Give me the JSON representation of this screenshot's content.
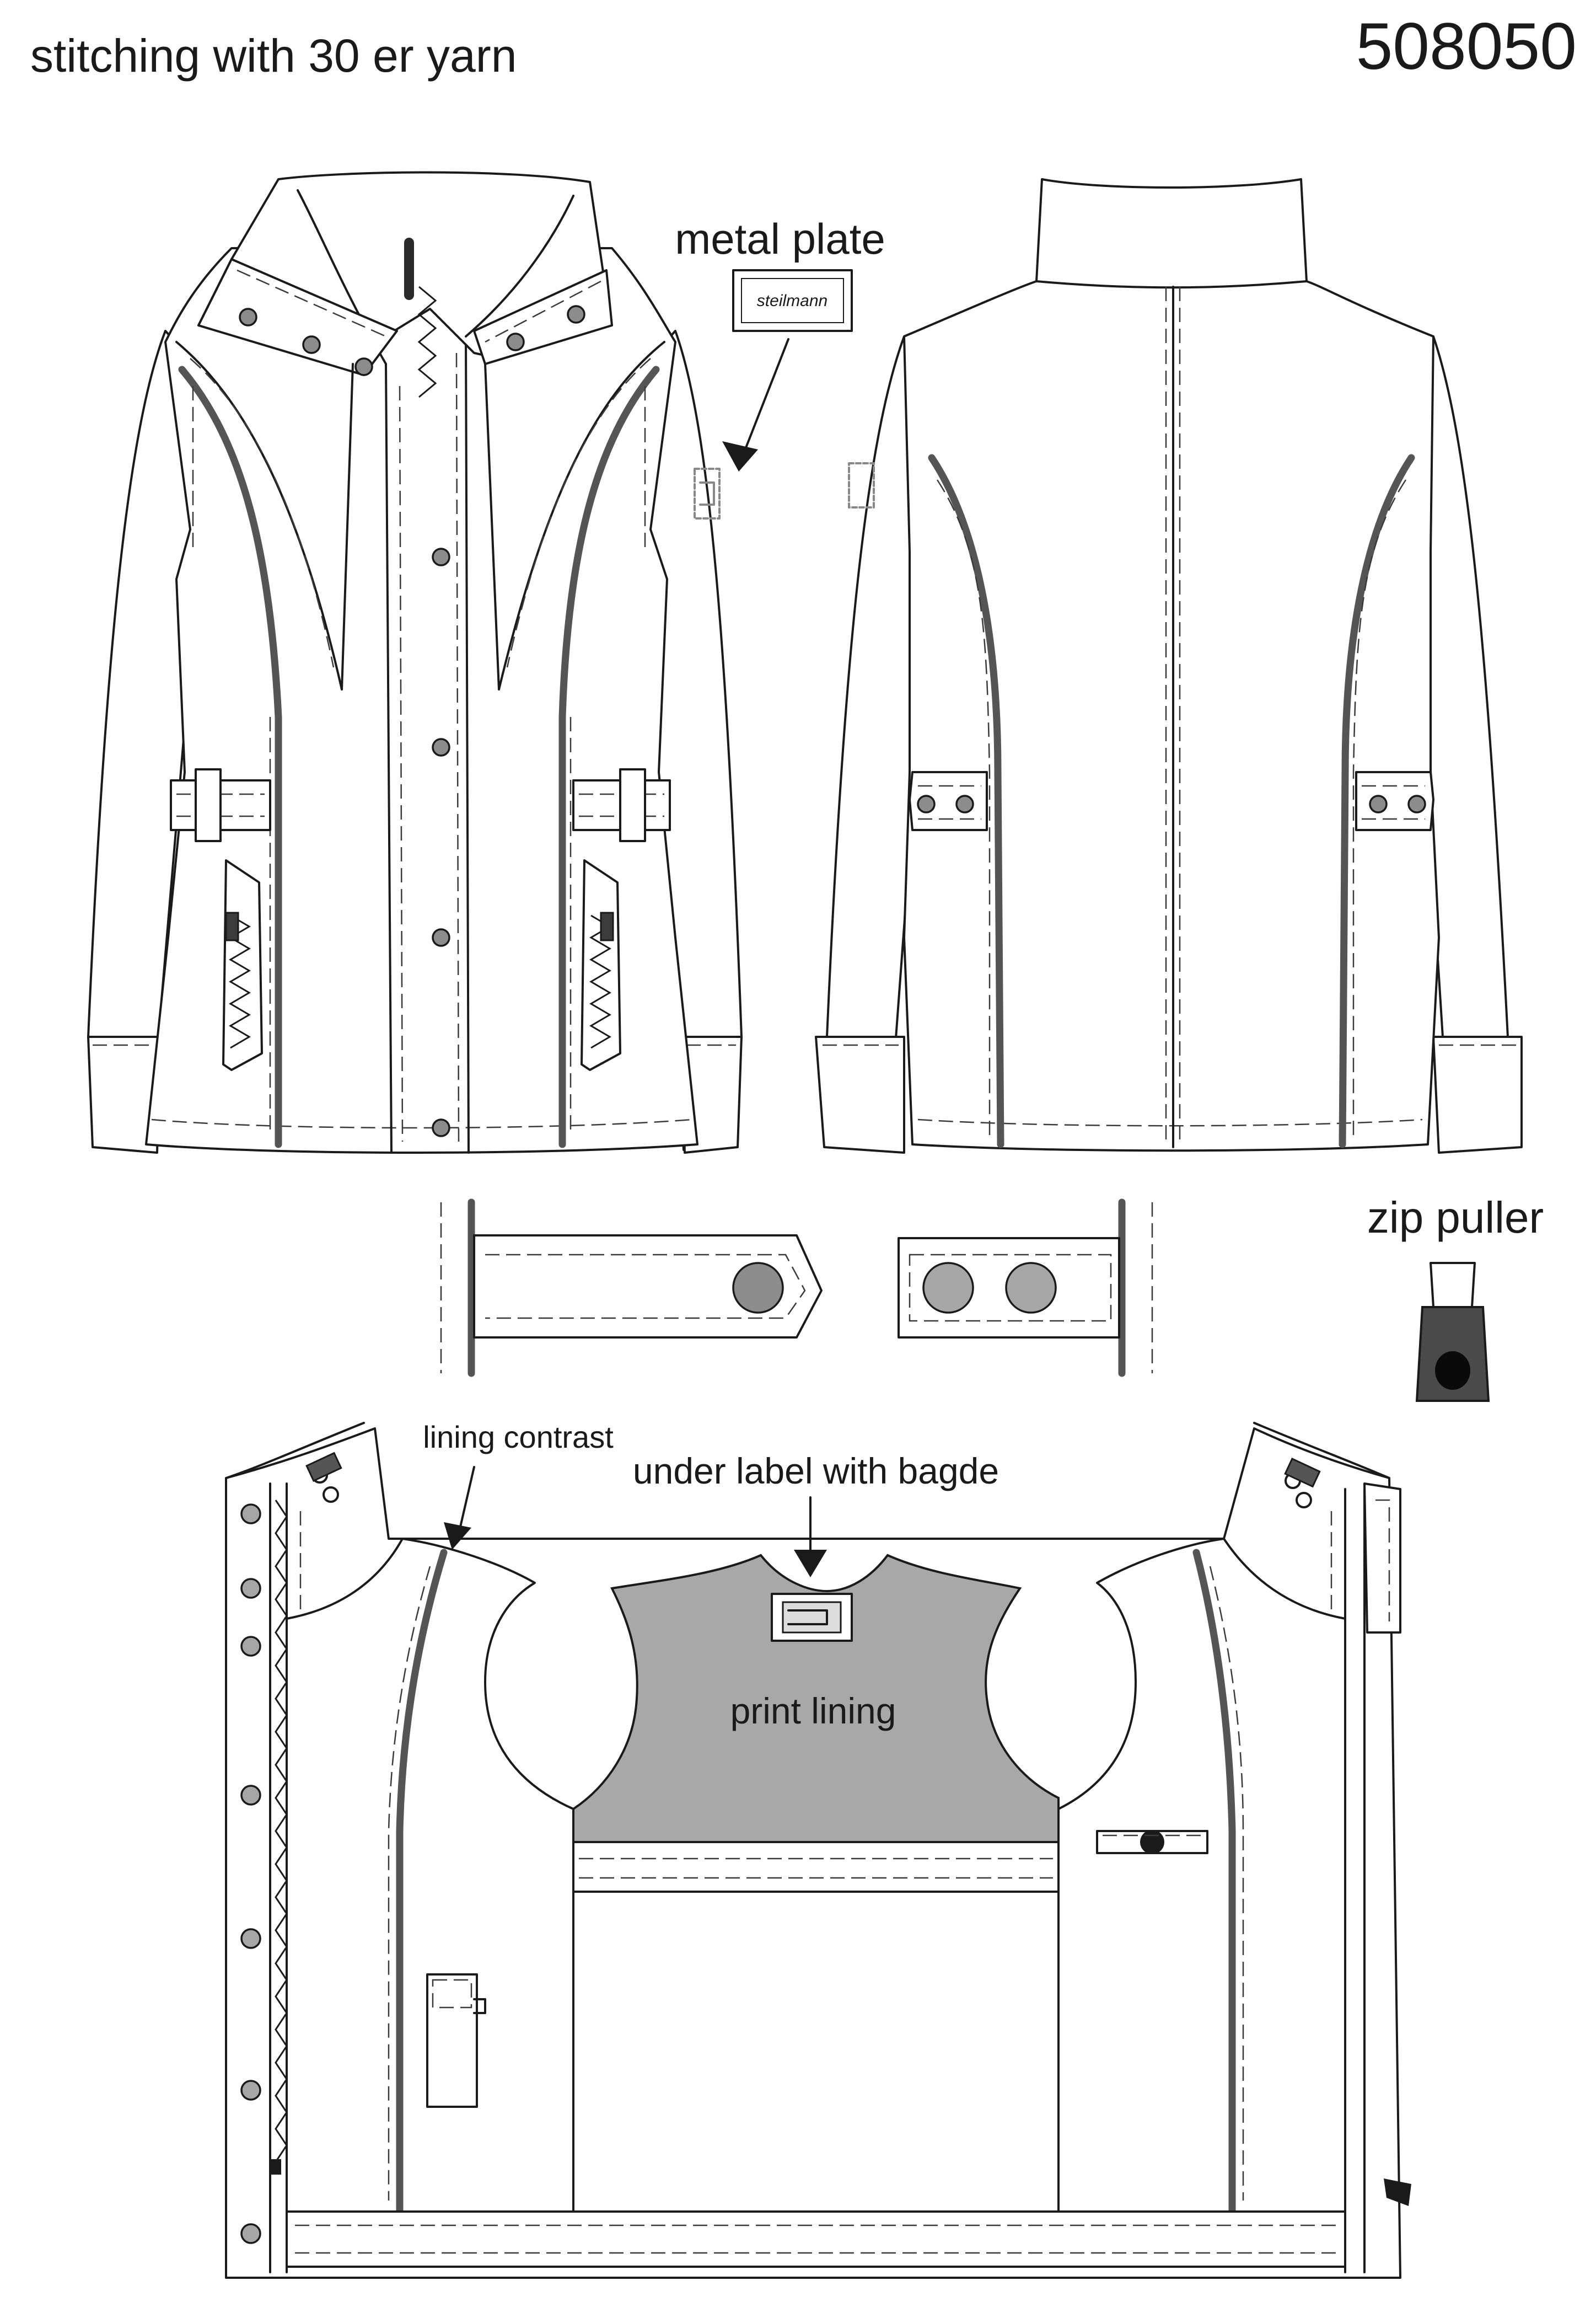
{
  "header": {
    "note": "stitching with 30 er yarn",
    "style_number": "508050"
  },
  "labels": {
    "metal_plate": "metal plate",
    "metal_plate_brand": "steilmann",
    "zip_puller": "zip puller",
    "lining_contrast": "lining contrast",
    "under_label": "under label with bagde",
    "print_lining": "print lining"
  },
  "colors": {
    "outline": "#1a1a1a",
    "contrast_piping": "#555555",
    "print_lining": "#a8a8a8",
    "buttons": "#8c8c8c"
  }
}
